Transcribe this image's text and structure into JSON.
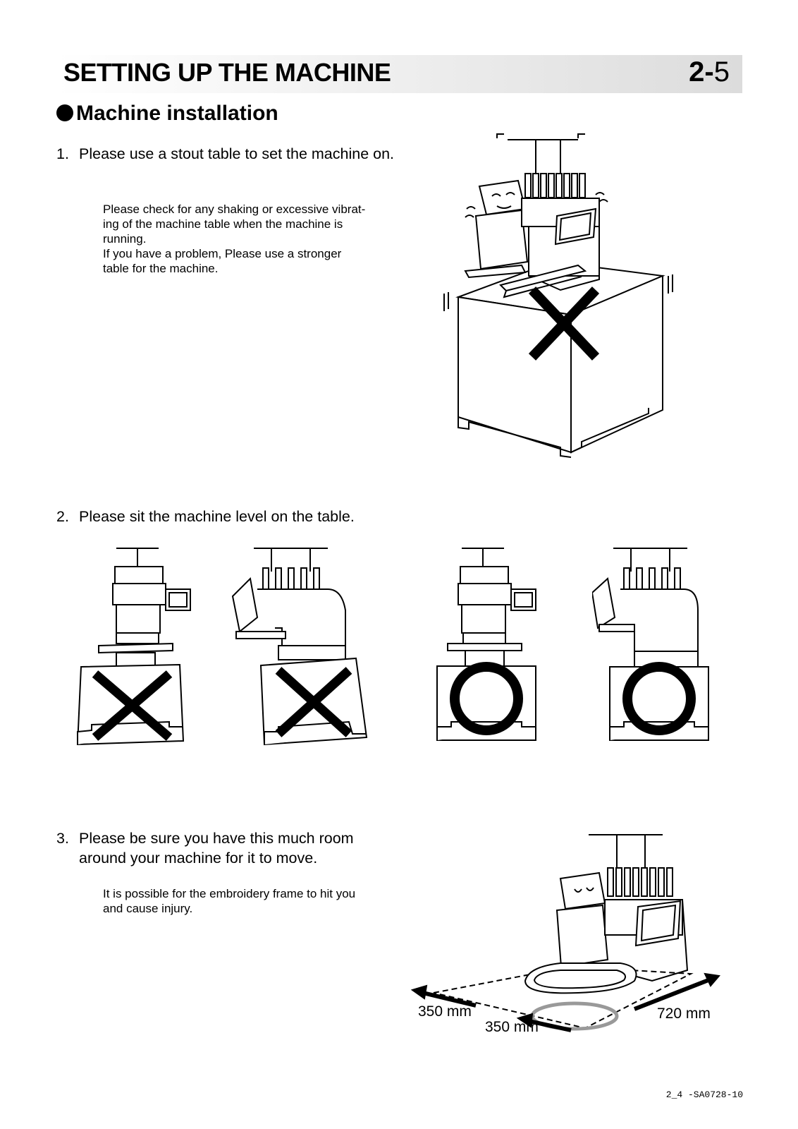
{
  "header": {
    "title": "SETTING UP THE MACHINE",
    "chapter": "2-",
    "page": "5"
  },
  "section": {
    "title": "Machine installation"
  },
  "steps": [
    {
      "number": "1.",
      "text": "Please use a stout table to set the machine on.",
      "note": [
        "Please check for any shaking or excessive vibrat-",
        "ing of the machine table when the machine is",
        "running.",
        "If you have a problem, Please use a stronger",
        "table for the machine."
      ]
    },
    {
      "number": "2.",
      "text": "Please sit the machine level on the table."
    },
    {
      "number": "3.",
      "text": "Please be sure you have this much room around your machine for it to move.",
      "note": [
        "It is possible for the embroidery frame to hit you",
        "and cause injury."
      ]
    }
  ],
  "clearance": {
    "left": "350 mm",
    "front": "350 mm",
    "right": "720 mm"
  },
  "footer": {
    "code": "2_4 -SA0728-10"
  }
}
